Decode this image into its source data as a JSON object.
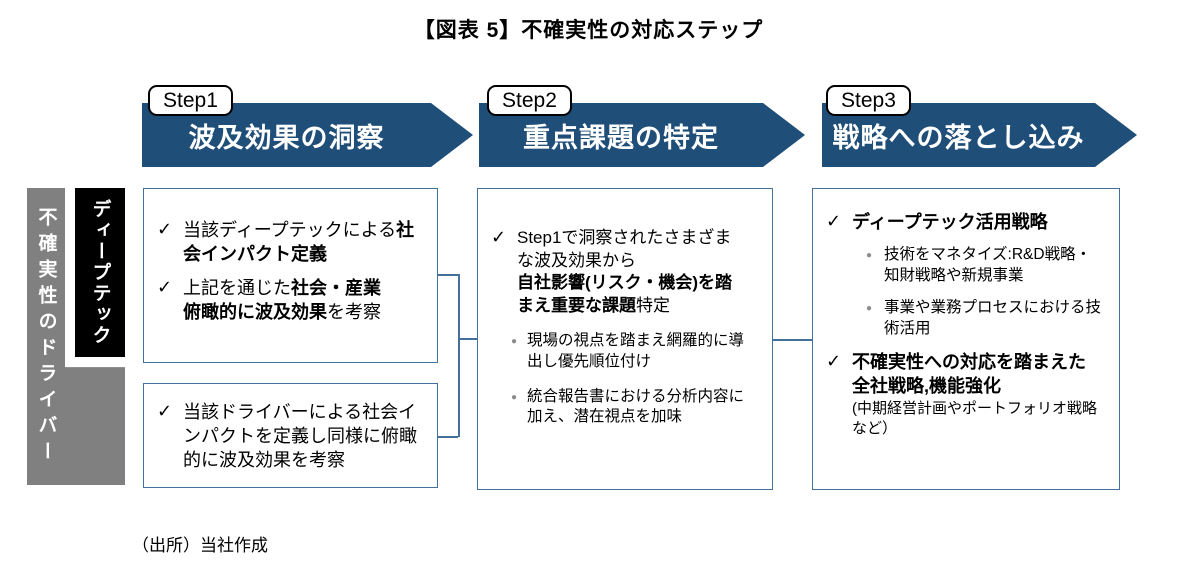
{
  "title": "【図表 5】不確実性の対応ステップ",
  "source": "（出所）当社作成",
  "icons": {
    "check": "✓",
    "dot": "●"
  },
  "colors": {
    "arrow_fill": "#1f4e79",
    "box_border": "#44719c",
    "gray_bar": "#808080",
    "black_bar": "#000000",
    "sub_bullet_dot": "#8c8c8c"
  },
  "steps": [
    {
      "badge": "Step1",
      "label": "波及効果の洞察"
    },
    {
      "badge": "Step2",
      "label": "重点課題の特定"
    },
    {
      "badge": "Step3",
      "label": "戦略への落とし込み"
    }
  ],
  "side_labels": {
    "deeptech": "ディープテック",
    "driver": "不確実性のドライバー"
  },
  "box_deeptech": {
    "b1_pre": "当該ディープテックによる",
    "b1_bold": "社会インパクト定義",
    "b2_pre": "上記を通じた",
    "b2_bold1": "社会・産業",
    "b2_bold2": "俯瞰的に波及効果",
    "b2_post": "を考察"
  },
  "box_driver": {
    "b1": "当該ドライバーによる社会インパクトを定義し同様に俯瞰的に波及効果を考察"
  },
  "box_step2": {
    "b1_pre": "Step1で洞察されたさまざまな波及効果から",
    "b1_bold": "自社影響(リスク・機会)を踏まえ重要な課題",
    "b1_post": "特定",
    "s1": "現場の視点を踏まえ網羅的に導出し優先順位付け",
    "s2": "統合報告書における分析内容に加え、潜在視点を加味"
  },
  "box_step3": {
    "c1_bold": "ディープテック活用戦略",
    "s1": "技術をマネタイズ:R&D戦略・知財戦略や新規事業",
    "s2": "事業や業務プロセスにおける技術活用",
    "c2_bold": "不確実性への対応を踏まえた全社戦略,機能強化",
    "c2_note": "(中期経営計画やポートフォリオ戦略など）"
  }
}
